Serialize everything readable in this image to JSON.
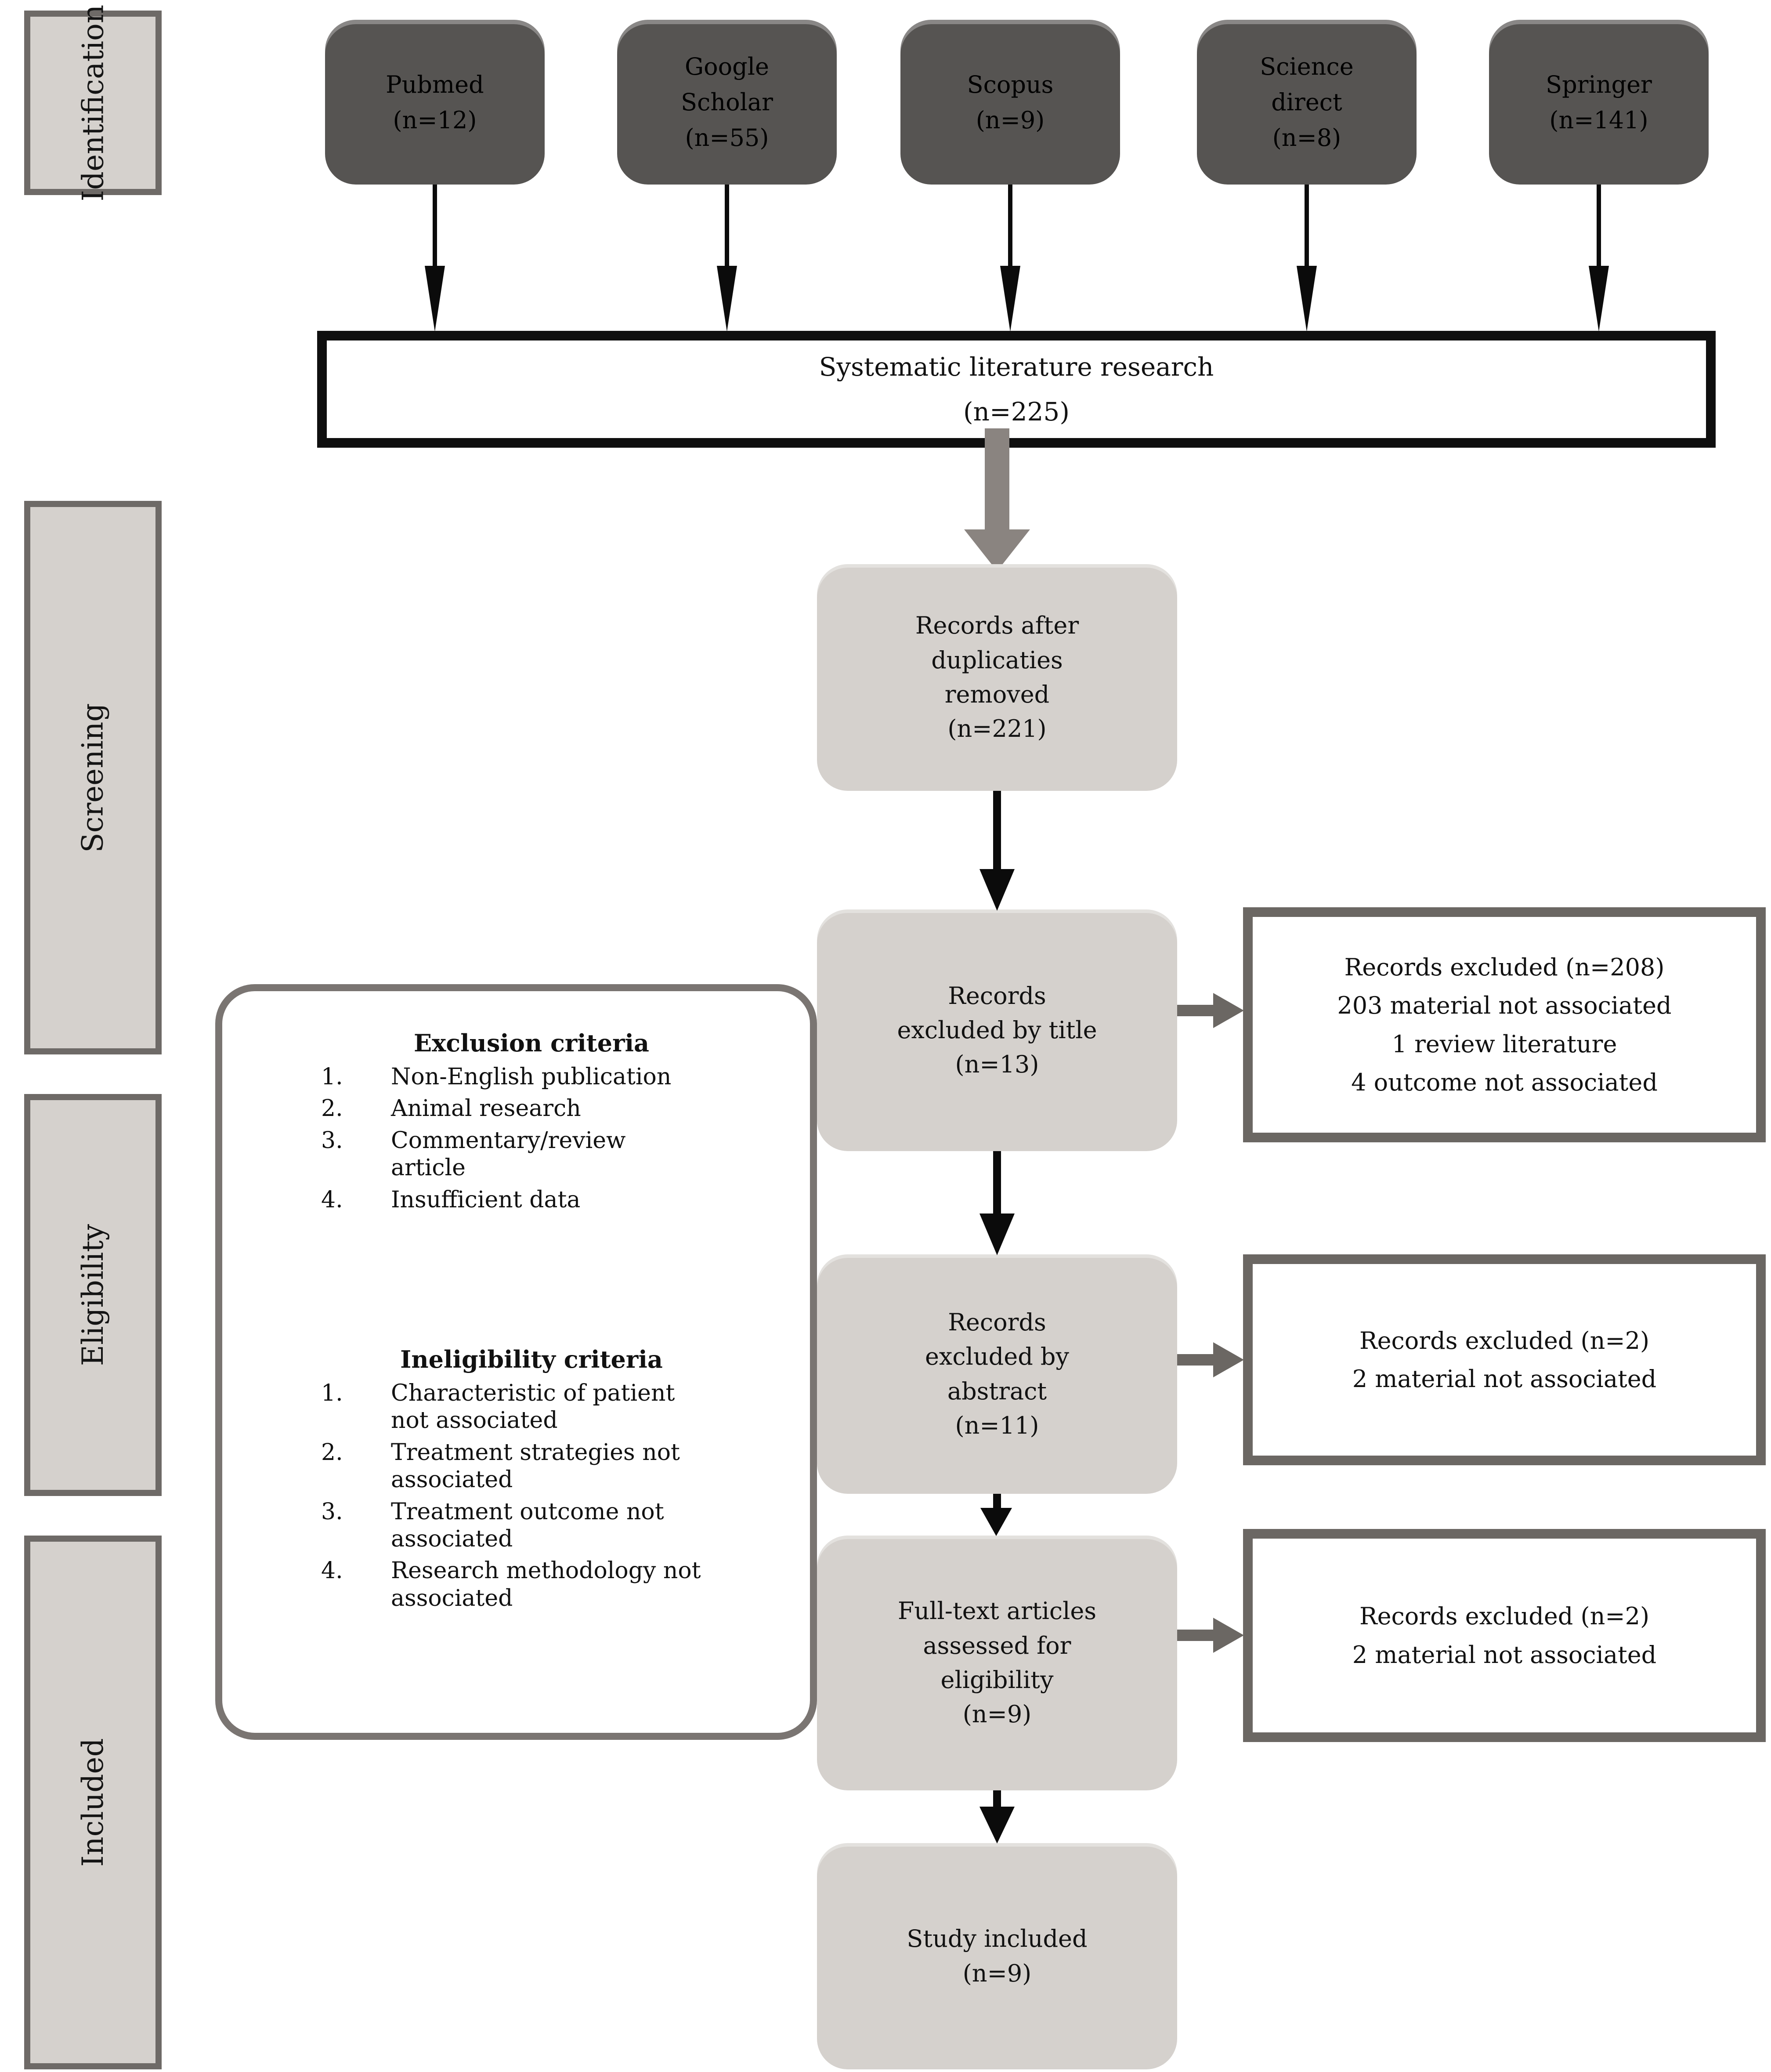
{
  "stages": [
    {
      "label": "Identification"
    },
    {
      "label": "Screening"
    },
    {
      "label": "Eligibility"
    },
    {
      "label": "Included"
    }
  ],
  "sources": [
    {
      "label": "Pubmed\n(n=12)"
    },
    {
      "label": "Google\nScholar\n(n=55)"
    },
    {
      "label": "Scopus\n(n=9)"
    },
    {
      "label": "Science\ndirect\n(n=8)"
    },
    {
      "label": "Springer\n(n=141)"
    }
  ],
  "search_box": {
    "line1": "Systematic literature research",
    "line2": "(n=225)"
  },
  "steps": [
    {
      "text": "Records after\nduplicaties\nremoved\n(n=221)"
    },
    {
      "text": "Records\nexcluded by title\n(n=13)"
    },
    {
      "text": "Records\nexcluded by\nabstract\n(n=11)"
    },
    {
      "text": "Full-text articles\nassessed for\neligibility\n(n=9)"
    },
    {
      "text": "Study included\n(n=9)"
    }
  ],
  "exclusion_boxes": [
    {
      "lines": [
        "Records excluded (n=208)",
        "203 material not associated",
        "1 review literature",
        "4 outcome not associated"
      ]
    },
    {
      "lines": [
        "Records excluded (n=2)",
        "2 material not associated"
      ]
    },
    {
      "lines": [
        "Records excluded (n=2)",
        "2 material not associated"
      ]
    }
  ],
  "criteria": {
    "exclusion_title": "Exclusion criteria",
    "exclusion_items": [
      "Non-English publication",
      "Animal research",
      "Commentary/review\narticle",
      "Insufficient data"
    ],
    "ineligibility_title": "Ineligibility criteria",
    "ineligibility_items": [
      "Characteristic of patient\nnot associated",
      "Treatment strategies not\nassociated",
      "Treatment outcome not\nassociated",
      "Research methodology not\nassociated"
    ]
  },
  "colors": {
    "dark_box": "#565452",
    "light_box": "#d5d1cd",
    "border_gray": "#6b6763",
    "arrow_gray": "#8a8480",
    "black": "#0b0b0b"
  }
}
